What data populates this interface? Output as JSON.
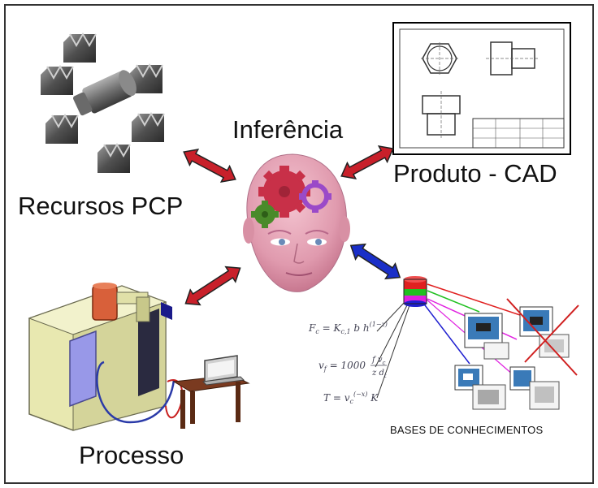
{
  "labels": {
    "inferencia": "Inferência",
    "recursos": "Recursos PCP",
    "produto": "Produto - CAD",
    "processo": "Processo",
    "bases": "BASES DE CONHECIMENTOS"
  },
  "formulas": {
    "f1": "Fc = Kc,1 b h(1−z)",
    "f2": "vf = 1000 f vc / z d",
    "f3": "T = vc(−x) K"
  },
  "colors": {
    "arrow_red": "#c8202a",
    "arrow_blue": "#1a2fc8",
    "head": "#e8a8b8",
    "gear_red": "#c83048",
    "gear_green": "#4a8a2a",
    "gear_purple": "#9a4ac8",
    "db_red": "#e02020",
    "db_green": "#20c020",
    "db_magenta": "#e020e0",
    "db_blue": "#2020d0",
    "machine_body": "#e8e8b0",
    "machine_screen": "#9898e8"
  }
}
